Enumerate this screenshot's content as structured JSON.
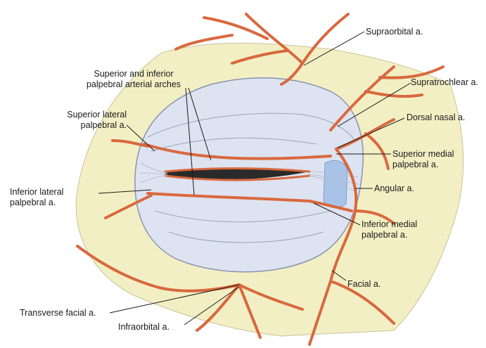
{
  "labels": {
    "supraorbital": "Supraorbital a.",
    "arches_line1": "Superior and inferior",
    "arches_line2": "palpebral arterial arches",
    "supratrochlear": "Supratrochlear a.",
    "superior_lateral_line1": "Superior lateral",
    "superior_lateral_line2": "palpebral a.",
    "dorsal_nasal": "Dorsal nasal a.",
    "superior_medial_line1": "Superior medial",
    "superior_medial_line2": "palpebral a.",
    "inferior_lateral_line1": "Inferior lateral",
    "inferior_lateral_line2": "palpebral a.",
    "angular": "Angular a.",
    "inferior_medial_line1": "Inferior medial",
    "inferior_medial_line2": "palpebral a.",
    "facial": "Facial a.",
    "transverse_facial": "Transverse facial a.",
    "infraorbital": "Infraorbital a."
  },
  "colors": {
    "skin": "#f3efc4",
    "artery": "#d9683e",
    "artery_dark": "#b8492a",
    "eyeball": "#dde3f0",
    "eyeball_edge": "#8a93b0",
    "lacrimal": "#a9c3e8",
    "leader": "#1a1a1a"
  }
}
